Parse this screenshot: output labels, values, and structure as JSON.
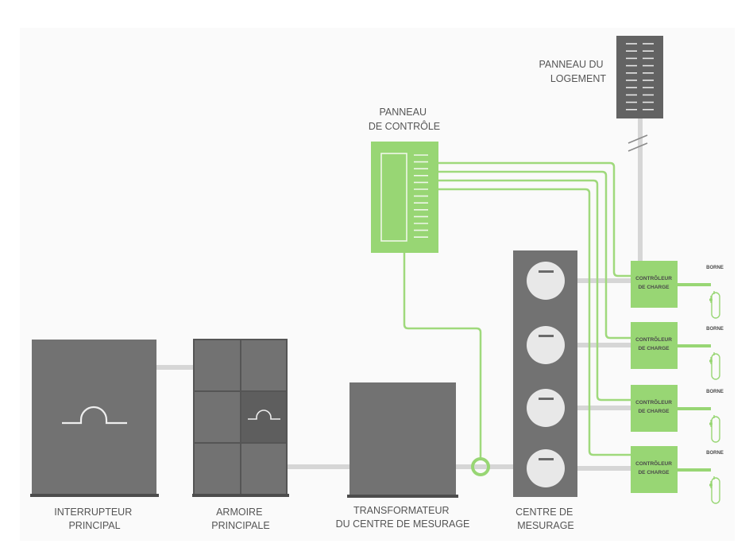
{
  "colors": {
    "background_panel": "#fafafa",
    "equipment_grey": "#727272",
    "equipment_dark": "#5e5e5e",
    "base_bar": "#4c4c4c",
    "wire_grey": "#d6d6d6",
    "green": "#98d674",
    "green_line": "#9fd97c",
    "meter_face": "#e8e8e8",
    "label_text": "#555555"
  },
  "labels": {
    "main_breaker": [
      "INTERRUPTEUR",
      "PRINCIPAL"
    ],
    "main_panel": [
      "ARMOIRE",
      "PRINCIPALE"
    ],
    "transformer": [
      "TRANSFORMATEUR",
      "DU CENTRE DE MESURAGE"
    ],
    "meter_center": [
      "CENTRE DE",
      "MESURAGE"
    ],
    "control_panel": [
      "PANNEAU",
      "DE CONTRÔLE"
    ],
    "housing_panel": [
      "PANNEAU DU",
      "LOGEMENT"
    ]
  },
  "meters": {
    "count": 4
  },
  "charge_controllers": [
    {
      "label": [
        "CONTRÔLEUR",
        "DE CHARGE"
      ],
      "station_label": "BORNE"
    },
    {
      "label": [
        "CONTRÔLEUR",
        "DE CHARGE"
      ],
      "station_label": "BORNE"
    },
    {
      "label": [
        "CONTRÔLEUR",
        "DE CHARGE"
      ],
      "station_label": "BORNE"
    },
    {
      "label": [
        "CONTRÔLEUR",
        "DE CHARGE"
      ],
      "station_label": "BORNE"
    }
  ],
  "icons": {
    "breaker_symbol": "breaker-arc-icon",
    "meter_symbol": "meter-dial-icon",
    "ev_station": "ev-charging-station-icon",
    "cable_break": "cable-break-icon",
    "current_sensor": "current-sensor-ring-icon"
  }
}
